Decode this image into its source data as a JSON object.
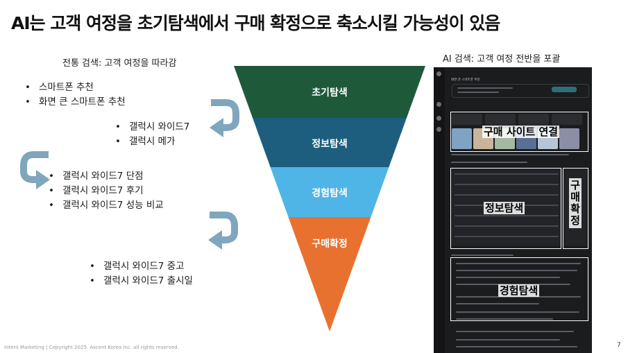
{
  "title": "AI는 고객 여정을 초기탐색에서 구매 확정으로 축소시킬 가능성이 있음",
  "left_heading": "전통 검색: 고객 여정을 따라감",
  "right_heading": "AI 검색: 고객 여정 전반을 포괄",
  "groups": [
    {
      "items": [
        "스마트폰 추천",
        "화면 큰 스마트폰 추천"
      ]
    },
    {
      "items": [
        "갤럭시 와이드7",
        "갤럭시 메가"
      ]
    },
    {
      "items": [
        "갤럭시 와이드7 단점",
        "갤럭시 와이드7 후기",
        "갤럭시 와이드7 성능 비교"
      ]
    },
    {
      "items": [
        "갤럭시 와이드7 중고",
        "갤럭시 와이드7 출시일"
      ]
    }
  ],
  "funnel": {
    "stages": [
      {
        "label": "초기탐색",
        "color": "#1e5a3a"
      },
      {
        "label": "정보탐색",
        "color": "#1d5e7f"
      },
      {
        "label": "경험탐색",
        "color": "#4fb5e6"
      },
      {
        "label": "구매확정",
        "color": "#e9712f"
      }
    ]
  },
  "screenshot": {
    "query": "화면 큰 스마트폰 추천",
    "labels": {
      "purchase_site": "구매 사이트 연결",
      "info_search": "정보탐색",
      "experience_search": "경험탐색",
      "purchase_confirm": [
        "구",
        "매",
        "확",
        "정"
      ]
    }
  },
  "footer": "Intent Marketing | Copyright 2025. Ascent Korea inc. all rights reserved.",
  "page_number": "7",
  "colors": {
    "arrow": "#7fa6bd",
    "panel_bg": "#1b1c1e",
    "highlight": "#ffffff"
  }
}
